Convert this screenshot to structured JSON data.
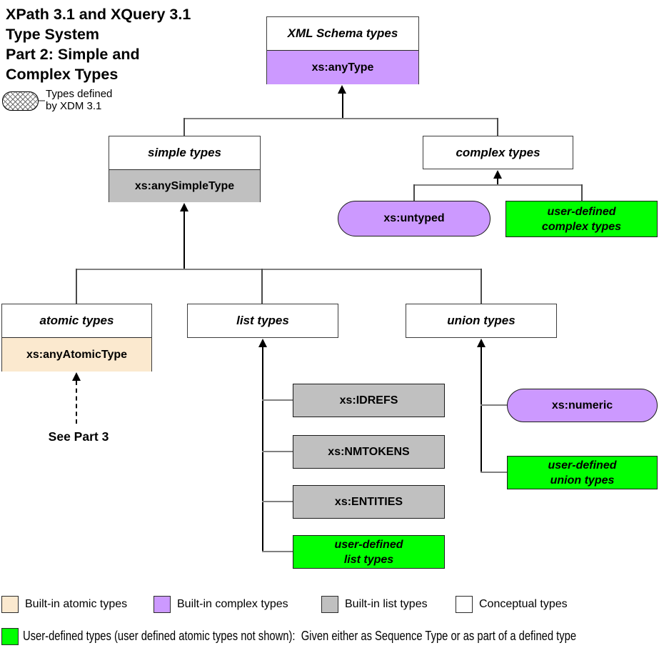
{
  "title": {
    "lines": [
      "XPath 3.1 and XQuery 3.1",
      "Type System",
      "Part 2: Simple and",
      "Complex Types"
    ]
  },
  "xdm_legend": {
    "line1": "Types defined",
    "line2": "by XDM 3.1"
  },
  "nodes": {
    "xml_schema": {
      "header": "XML Schema types",
      "body": "xs:anyType"
    },
    "simple": {
      "header": "simple types",
      "body": "xs:anySimpleType"
    },
    "complex": {
      "header": "complex types"
    },
    "untyped": {
      "label": "xs:untyped"
    },
    "user_complex": {
      "line1": "user-defined",
      "line2": "complex types"
    },
    "atomic": {
      "header": "atomic types",
      "body": "xs:anyAtomicType"
    },
    "list": {
      "header": "list types"
    },
    "union": {
      "header": "union types"
    },
    "idrefs": {
      "label": "xs:IDREFS"
    },
    "nmtokens": {
      "label": "xs:NMTOKENS"
    },
    "entities": {
      "label": "xs:ENTITIES"
    },
    "user_list": {
      "line1": "user-defined",
      "line2": "list types"
    },
    "numeric": {
      "label": "xs:numeric"
    },
    "user_union": {
      "line1": "user-defined",
      "line2": "union types"
    }
  },
  "see_part_3": "See Part 3",
  "legend": {
    "items": [
      {
        "label": "Built-in atomic types",
        "color": "#FBE9CF"
      },
      {
        "label": "Built-in complex types",
        "color": "#CC99FF"
      },
      {
        "label": "Built-in list types",
        "color": "#C0C0C0"
      },
      {
        "label": "Conceptual types",
        "color": "#FFFFFF"
      }
    ],
    "user_defined_note": "User-defined types (user defined atomic types not shown):  Given either as Sequence Type or as part of a defined type"
  },
  "colors": {
    "built_in_atomic": "#FBE9CF",
    "built_in_complex": "#CC99FF",
    "built_in_list": "#C0C0C0",
    "user_defined": "#00FF00",
    "conceptual": "#FFFFFF",
    "connector_gray": "#808080",
    "line_black": "#000000"
  }
}
